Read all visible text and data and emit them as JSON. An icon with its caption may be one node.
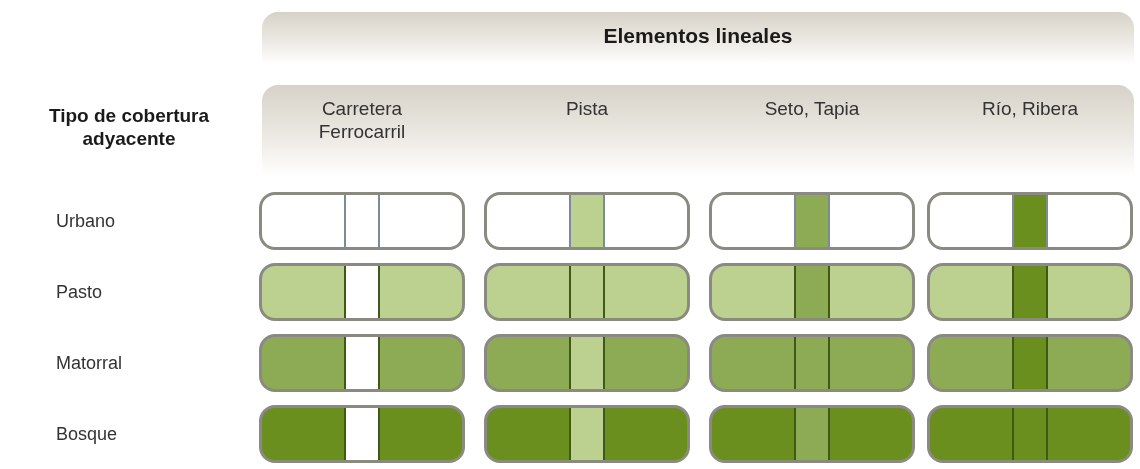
{
  "diagram": {
    "nodes": [
      {
        "text": [
          "Elementos lineales"
        ]
      },
      {
        "text": [
          "Carretera Ferrocarril",
          "Pista",
          "Seto, Tapia",
          "Río, Ribera"
        ]
      },
      {
        "text": [],
        "shape": "bar"
      },
      {
        "text": [],
        "shape": "bar"
      },
      {
        "text": [],
        "shape": "bar"
      },
      {
        "text": [],
        "shape": "bar"
      },
      {
        "text": [],
        "shape": "bar"
      },
      {
        "text": [],
        "shape": "bar"
      },
      {
        "text": [],
        "shape": "bar"
      },
      {
        "text": [],
        "shape": "bar"
      },
      {
        "text": [],
        "shape": "bar"
      },
      {
        "text": [],
        "shape": "bar"
      },
      {
        "text": [],
        "shape": "bar"
      },
      {
        "text": [],
        "shape": "bar"
      },
      {
        "text": [],
        "shape": "bar"
      },
      {
        "text": [],
        "shape": "bar"
      },
      {
        "text": [],
        "shape": "bar"
      },
      {
        "text": [],
        "shape": "bar"
      }
    ],
    "labels": [
      "Tipo de cobertura adyacente",
      "Urbano",
      "Pasto",
      "Matorral",
      "Bosque"
    ]
  }
}
